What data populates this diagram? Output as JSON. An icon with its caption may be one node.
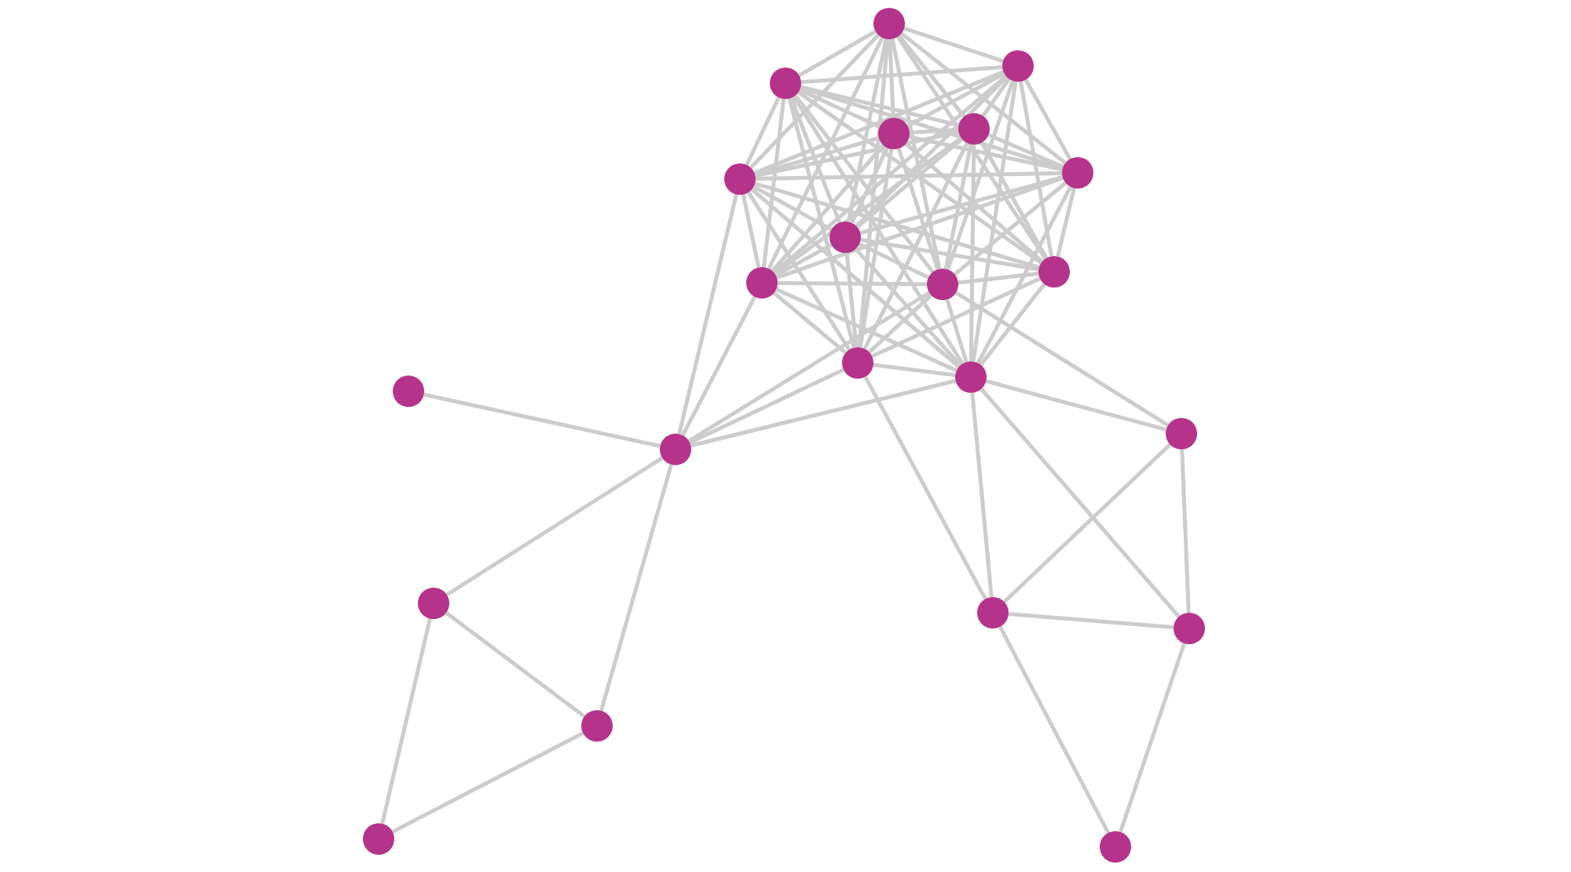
{
  "diagram": {
    "nodes": [
      {
        "text": [],
        "shape": "circle"
      },
      {
        "text": [],
        "shape": "circle"
      },
      {
        "text": [],
        "shape": "circle"
      },
      {
        "text": [],
        "shape": "circle"
      },
      {
        "text": [],
        "shape": "circle"
      },
      {
        "text": [],
        "shape": "circle"
      },
      {
        "text": [],
        "shape": "circle"
      },
      {
        "text": [],
        "shape": "circle"
      },
      {
        "text": [],
        "shape": "circle"
      },
      {
        "text": [],
        "shape": "circle"
      },
      {
        "text": [],
        "shape": "circle"
      },
      {
        "text": [],
        "shape": "circle"
      },
      {
        "text": [],
        "shape": "circle"
      },
      {
        "text": [],
        "shape": "circle"
      },
      {
        "text": [],
        "shape": "circle"
      },
      {
        "text": [],
        "shape": "circle"
      },
      {
        "text": [],
        "shape": "circle"
      },
      {
        "text": [],
        "shape": "circle"
      },
      {
        "text": [],
        "shape": "circle"
      },
      {
        "text": [],
        "shape": "circle"
      },
      {
        "text": [],
        "shape": "circle"
      },
      {
        "text": [],
        "shape": "circle"
      }
    ],
    "edges": [
      {
        "from": 0,
        "to": 1,
        "arrow": "none"
      },
      {
        "from": 0,
        "to": 2,
        "arrow": "none"
      },
      {
        "from": 0,
        "to": 3,
        "arrow": "none"
      },
      {
        "from": 0,
        "to": 4,
        "arrow": "none"
      },
      {
        "from": 0,
        "to": 5,
        "arrow": "none"
      },
      {
        "from": 0,
        "to": 6,
        "arrow": "none"
      },
      {
        "from": 0,
        "to": 7,
        "arrow": "none"
      },
      {
        "from": 0,
        "to": 8,
        "arrow": "none"
      },
      {
        "from": 0,
        "to": 9,
        "arrow": "none"
      },
      {
        "from": 0,
        "to": 10,
        "arrow": "none"
      },
      {
        "from": 0,
        "to": 11,
        "arrow": "none"
      },
      {
        "from": 1,
        "to": 2,
        "arrow": "none"
      },
      {
        "from": 1,
        "to": 3,
        "arrow": "none"
      },
      {
        "from": 1,
        "to": 4,
        "arrow": "none"
      },
      {
        "from": 1,
        "to": 5,
        "arrow": "none"
      },
      {
        "from": 1,
        "to": 6,
        "arrow": "none"
      },
      {
        "from": 1,
        "to": 7,
        "arrow": "none"
      },
      {
        "from": 1,
        "to": 8,
        "arrow": "none"
      },
      {
        "from": 1,
        "to": 9,
        "arrow": "none"
      },
      {
        "from": 1,
        "to": 10,
        "arrow": "none"
      },
      {
        "from": 1,
        "to": 12,
        "arrow": "none"
      },
      {
        "from": 2,
        "to": 3,
        "arrow": "none"
      },
      {
        "from": 2,
        "to": 4,
        "arrow": "none"
      },
      {
        "from": 2,
        "to": 5,
        "arrow": "none"
      },
      {
        "from": 2,
        "to": 6,
        "arrow": "none"
      },
      {
        "from": 2,
        "to": 7,
        "arrow": "none"
      },
      {
        "from": 2,
        "to": 8,
        "arrow": "none"
      },
      {
        "from": 2,
        "to": 9,
        "arrow": "none"
      },
      {
        "from": 2,
        "to": 10,
        "arrow": "none"
      },
      {
        "from": 2,
        "to": 11,
        "arrow": "none"
      },
      {
        "from": 2,
        "to": 12,
        "arrow": "none"
      },
      {
        "from": 3,
        "to": 4,
        "arrow": "none"
      },
      {
        "from": 3,
        "to": 5,
        "arrow": "none"
      },
      {
        "from": 3,
        "to": 6,
        "arrow": "none"
      },
      {
        "from": 3,
        "to": 7,
        "arrow": "none"
      },
      {
        "from": 3,
        "to": 8,
        "arrow": "none"
      },
      {
        "from": 3,
        "to": 9,
        "arrow": "none"
      },
      {
        "from": 3,
        "to": 10,
        "arrow": "none"
      },
      {
        "from": 3,
        "to": 11,
        "arrow": "none"
      },
      {
        "from": 3,
        "to": 12,
        "arrow": "none"
      },
      {
        "from": 4,
        "to": 5,
        "arrow": "none"
      },
      {
        "from": 4,
        "to": 6,
        "arrow": "none"
      },
      {
        "from": 4,
        "to": 7,
        "arrow": "none"
      },
      {
        "from": 4,
        "to": 8,
        "arrow": "none"
      },
      {
        "from": 4,
        "to": 9,
        "arrow": "none"
      },
      {
        "from": 4,
        "to": 10,
        "arrow": "none"
      },
      {
        "from": 4,
        "to": 11,
        "arrow": "none"
      },
      {
        "from": 5,
        "to": 6,
        "arrow": "none"
      },
      {
        "from": 5,
        "to": 7,
        "arrow": "none"
      },
      {
        "from": 5,
        "to": 8,
        "arrow": "none"
      },
      {
        "from": 5,
        "to": 9,
        "arrow": "none"
      },
      {
        "from": 5,
        "to": 10,
        "arrow": "none"
      },
      {
        "from": 5,
        "to": 12,
        "arrow": "none"
      },
      {
        "from": 6,
        "to": 7,
        "arrow": "none"
      },
      {
        "from": 6,
        "to": 8,
        "arrow": "none"
      },
      {
        "from": 6,
        "to": 9,
        "arrow": "none"
      },
      {
        "from": 6,
        "to": 11,
        "arrow": "none"
      },
      {
        "from": 6,
        "to": 12,
        "arrow": "none"
      },
      {
        "from": 7,
        "to": 8,
        "arrow": "none"
      },
      {
        "from": 7,
        "to": 9,
        "arrow": "none"
      },
      {
        "from": 7,
        "to": 10,
        "arrow": "none"
      },
      {
        "from": 7,
        "to": 11,
        "arrow": "none"
      },
      {
        "from": 7,
        "to": 12,
        "arrow": "none"
      },
      {
        "from": 8,
        "to": 10,
        "arrow": "none"
      },
      {
        "from": 8,
        "to": 11,
        "arrow": "none"
      },
      {
        "from": 8,
        "to": 12,
        "arrow": "none"
      },
      {
        "from": 9,
        "to": 10,
        "arrow": "none"
      },
      {
        "from": 9,
        "to": 11,
        "arrow": "none"
      },
      {
        "from": 9,
        "to": 12,
        "arrow": "none"
      },
      {
        "from": 10,
        "to": 11,
        "arrow": "none"
      },
      {
        "from": 10,
        "to": 12,
        "arrow": "none"
      },
      {
        "from": 11,
        "to": 12,
        "arrow": "none"
      },
      {
        "from": 13,
        "to": 15,
        "arrow": "none"
      },
      {
        "from": 6,
        "to": 15,
        "arrow": "none"
      },
      {
        "from": 9,
        "to": 15,
        "arrow": "none"
      },
      {
        "from": 10,
        "to": 15,
        "arrow": "none"
      },
      {
        "from": 11,
        "to": 15,
        "arrow": "none"
      },
      {
        "from": 12,
        "to": 15,
        "arrow": "none"
      },
      {
        "from": 15,
        "to": 16,
        "arrow": "none"
      },
      {
        "from": 15,
        "to": 19,
        "arrow": "none"
      },
      {
        "from": 16,
        "to": 19,
        "arrow": "none"
      },
      {
        "from": 16,
        "to": 20,
        "arrow": "none"
      },
      {
        "from": 19,
        "to": 20,
        "arrow": "none"
      },
      {
        "from": 12,
        "to": 14,
        "arrow": "none"
      },
      {
        "from": 10,
        "to": 14,
        "arrow": "none"
      },
      {
        "from": 12,
        "to": 17,
        "arrow": "none"
      },
      {
        "from": 12,
        "to": 18,
        "arrow": "none"
      },
      {
        "from": 11,
        "to": 17,
        "arrow": "none"
      },
      {
        "from": 14,
        "to": 17,
        "arrow": "none"
      },
      {
        "from": 14,
        "to": 18,
        "arrow": "none"
      },
      {
        "from": 17,
        "to": 18,
        "arrow": "none"
      },
      {
        "from": 17,
        "to": 21,
        "arrow": "none"
      },
      {
        "from": 18,
        "to": 21,
        "arrow": "none"
      }
    ]
  }
}
